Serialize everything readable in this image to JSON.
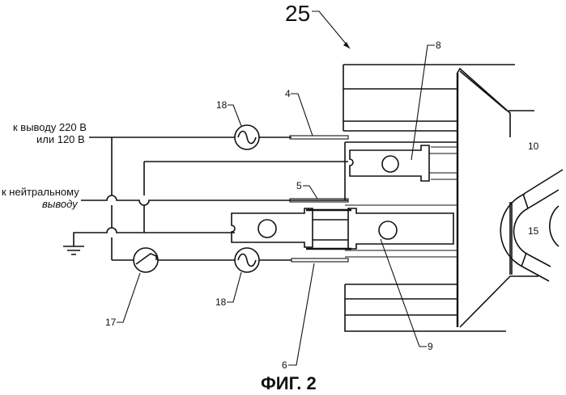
{
  "figure": {
    "title": "ФИГ. 2",
    "assembly_number": "25"
  },
  "labels": {
    "supply_line1": "к выводу 220 В",
    "supply_line2": "или 120 В",
    "neutral_line1": "к нейтральному",
    "neutral_line2": "выводу"
  },
  "reference_numerals": {
    "terminal_top": "4",
    "terminal_mid": "5",
    "terminal_bottom": "6",
    "block_upper": "8",
    "block_lower": "9",
    "housing": "10",
    "opening": "15",
    "switch": "17",
    "fuse_top": "18",
    "fuse_bottom": "18"
  },
  "components": [
    {
      "id": "18",
      "type": "ac-source-circle"
    },
    {
      "id": "17",
      "type": "switch-circle"
    },
    {
      "id": "ground",
      "type": "ground-symbol"
    }
  ]
}
